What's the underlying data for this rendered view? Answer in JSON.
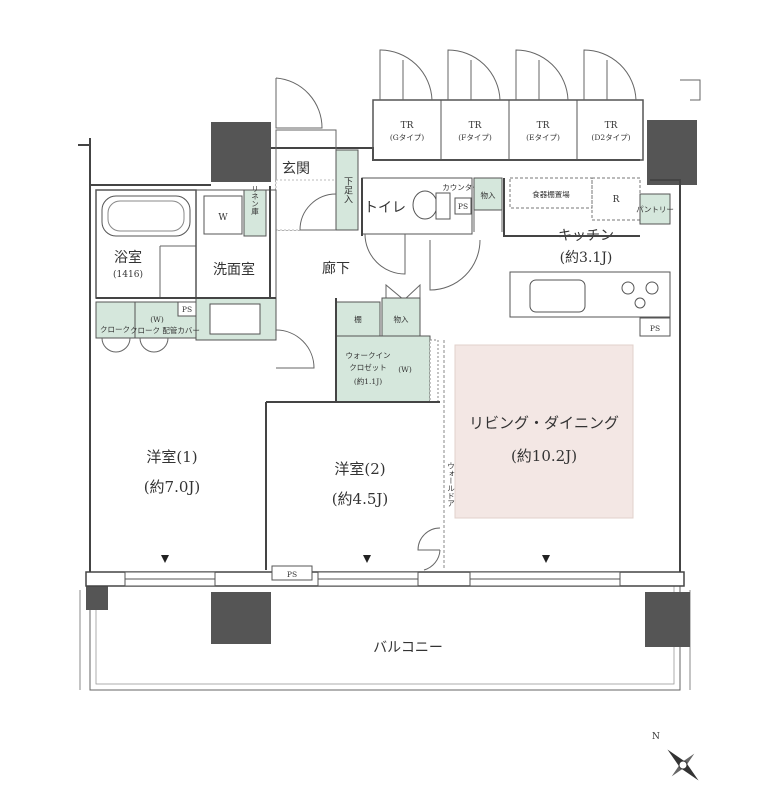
{
  "colors": {
    "storage": "#d5e7dc",
    "living": "#f3e7e4",
    "pillar": "#555555",
    "wall": "#444444"
  },
  "rooms": {
    "entrance": "玄関",
    "shoe_storage": "下足入",
    "toilet": "トイレ",
    "counter": "カウンター",
    "ps": "PS",
    "storage": "物入",
    "dish_shelf": "食器棚置場",
    "fridge": "R",
    "pantry": "パントリー",
    "kitchen": "キッチン",
    "kitchen_area": "(約3.1J)",
    "bathroom": "浴室",
    "bathroom_size": "(1416)",
    "washer": "W",
    "linen": "リネン庫",
    "washroom": "洗面室",
    "hallway": "廊下",
    "closet": "クローク",
    "closet_w": "(W)",
    "closet_pipe": "クローク 配管カバー",
    "shelf": "棚",
    "storage2": "物入",
    "wic_line1": "ウォークイン",
    "wic_line2": "クロゼット",
    "wic_area": "(約1.1J)",
    "wic_w": "(W)",
    "living": "リビング・ダイニング",
    "living_area": "(約10.2J)",
    "wall_door": "ウォールドア",
    "room1": "洋室(1)",
    "room1_area": "(約7.0J)",
    "room2": "洋室(2)",
    "room2_area": "(約4.5J)",
    "ps_bottom": "PS",
    "ps_kitchen": "PS",
    "ps_closet": "PS",
    "balcony": "バルコニー"
  },
  "tr_units": [
    {
      "tr": "TR",
      "type": "(Gタイプ)"
    },
    {
      "tr": "TR",
      "type": "(Fタイプ)"
    },
    {
      "tr": "TR",
      "type": "(Eタイプ)"
    },
    {
      "tr": "TR",
      "type": "(D2タイプ)"
    }
  ],
  "compass": {
    "north": "N"
  }
}
